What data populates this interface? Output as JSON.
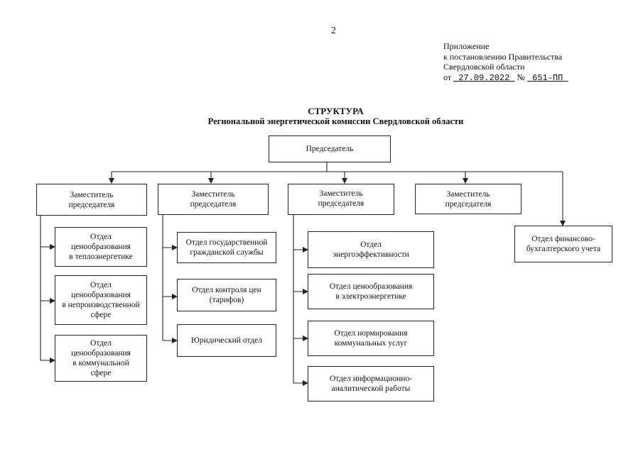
{
  "page_number": "2",
  "appendix": {
    "line1": "Приложение",
    "line2": "к постановлению Правительства",
    "line3": "Свердловской области",
    "date_prefix": "от",
    "date": "27.09.2022",
    "number_prefix": "№",
    "number": "651-ПП"
  },
  "title": "СТРУКТУРА",
  "subtitle": "Региональной энергетической комиссии Свердловской области",
  "chairman": "Председатель",
  "deputies": [
    "Заместитель\nпредседателя",
    "Заместитель\nпредседателя",
    "Заместитель\nпредседателя",
    "Заместитель\nпредседателя"
  ],
  "column1": [
    "Отдел\nценообразования\nв теплоэнергетике",
    "Отдел\nценообразования\nв непроизводственной\nсфере",
    "Отдел\nценообразования\nв коммунальной\nсфере"
  ],
  "column2": [
    "Отдел государственной\nгражданской службы",
    "Отдел контроля цен\n(тарифов)",
    "Юридический отдел"
  ],
  "column3": [
    "Отдел\nэнергоэффективности",
    "Отдел ценообразования\nв электроэнергетике",
    "Отдел нормирования\nкоммунальных услуг",
    "Отдел информационно-\nаналитической работы"
  ],
  "finance_department": "Отдел финансово-\nбухгалтерского учета"
}
